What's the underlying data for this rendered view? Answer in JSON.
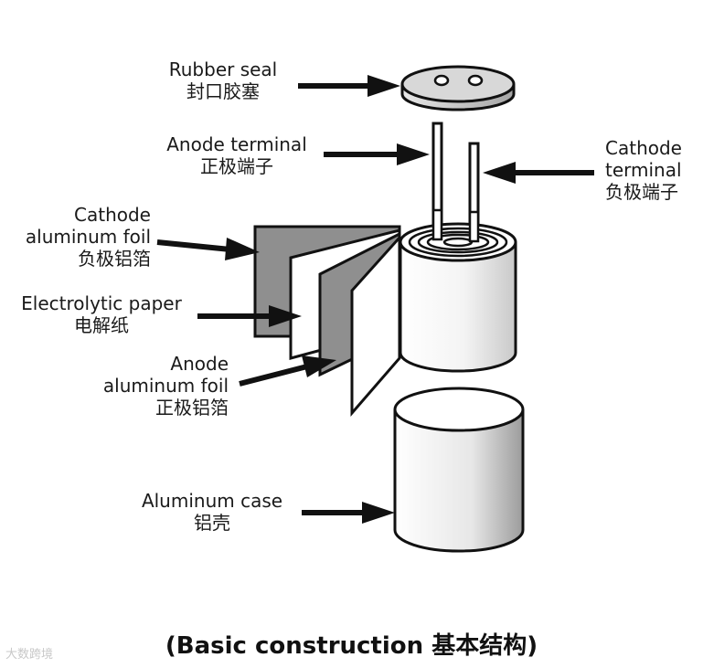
{
  "labels": {
    "rubber_seal": {
      "en": "Rubber seal",
      "zh": "封口胶塞"
    },
    "anode_terminal": {
      "en": "Anode terminal",
      "zh": "正极端子"
    },
    "cathode_terminal": {
      "en1": "Cathode",
      "en2": "terminal",
      "zh": "负极端子"
    },
    "cathode_foil": {
      "en1": "Cathode",
      "en2": "aluminum foil",
      "zh": "负极铝箔"
    },
    "electrolytic_paper": {
      "en": "Electrolytic paper",
      "zh": "电解纸"
    },
    "anode_foil": {
      "en1": "Anode",
      "en2": "aluminum foil",
      "zh": "正极铝箔"
    },
    "aluminum_case": {
      "en": "Aluminum case",
      "zh": "铝壳"
    }
  },
  "caption": "(Basic construction  基本结构)",
  "watermark": "大数跨境",
  "colors": {
    "ink": "#111111",
    "foil_gray": "#8f8f8f",
    "paper_white": "#ffffff"
  }
}
